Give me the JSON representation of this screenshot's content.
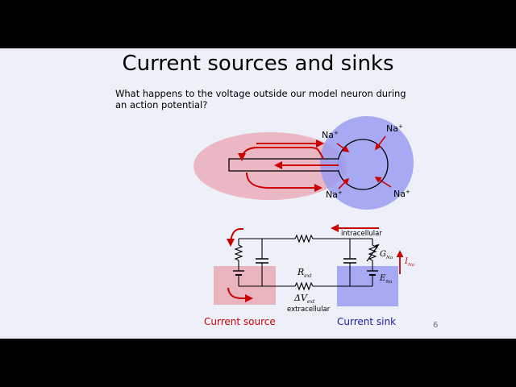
{
  "slide": {
    "title": "Current sources and sinks",
    "question": "What happens to the voltage outside our model neuron during an action potential?",
    "page_number": "6"
  },
  "neuron": {
    "ion_label": "Na",
    "ion_sup": "+"
  },
  "circuit": {
    "intracellular": "intracellular",
    "extracellular": "extracellular",
    "r_ext": "R",
    "r_ext_sub": "ext",
    "dv": "ΔV",
    "dv_sub": "ext",
    "g": "G",
    "g_sub": "Na",
    "e": "E",
    "e_sub": "Na",
    "i": "I",
    "i_sub": "Na",
    "current_source": "Current source",
    "current_sink": "Current sink"
  },
  "colors": {
    "slide_bg": "#eef0f9",
    "source_red": "#cc0000",
    "sink_blue": "#1a1aa8",
    "source_fill": "#e8a9b4",
    "sink_fill": "#9a9cf2"
  }
}
